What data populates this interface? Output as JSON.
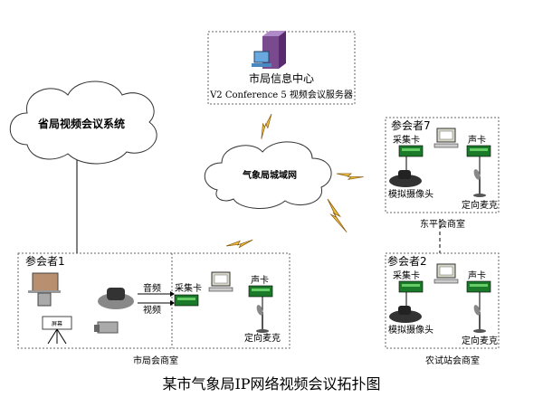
{
  "title": "某市气象局IP网络视频会议拓扑图",
  "server": {
    "name": "市局信息中心",
    "desc": "V2 Conference 5 视频会议服务器"
  },
  "province_cloud": "省局视频会议系统",
  "wan_cloud": "气象局城域网",
  "rooms": [
    {
      "participant": "参会者1",
      "name": "市局会商室",
      "capture": "采集卡",
      "sound": "声卡",
      "mic": "定向麦克",
      "audio": "音频",
      "video": "视频",
      "screen": "屏幕"
    },
    {
      "participant": "参会者7",
      "name": "东平会商室",
      "capture": "采集卡",
      "sound": "声卡",
      "camera": "模拟摄像头",
      "mic": "定向麦克"
    },
    {
      "participant": "参会者2",
      "name": "农试站会商室",
      "capture": "采集卡",
      "sound": "声卡",
      "camera": "模拟摄像头",
      "mic": "定向麦克"
    }
  ],
  "colors": {
    "card": "#1a7a2a",
    "server": "#7a4a8f",
    "bolt": "#f0c040"
  }
}
